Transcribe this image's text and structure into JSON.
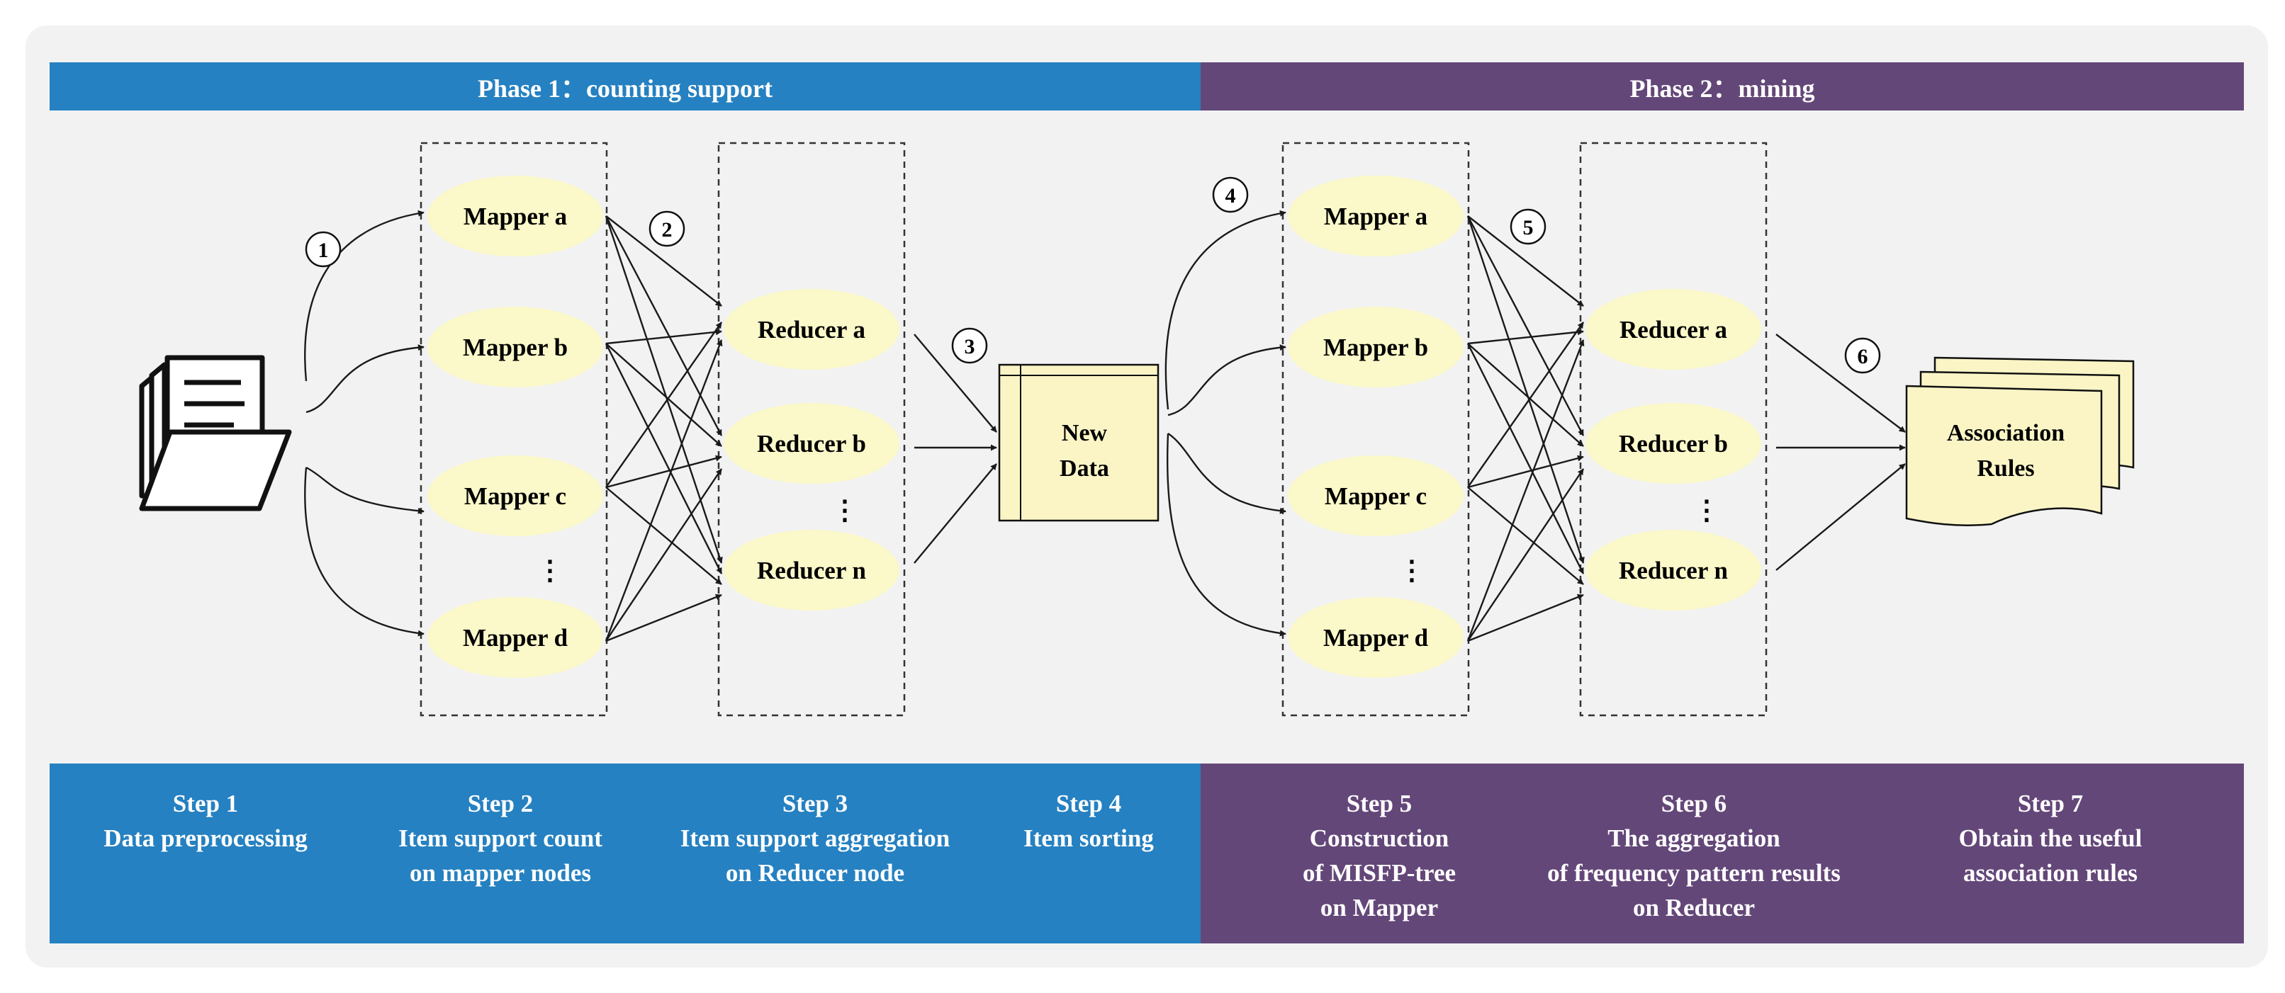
{
  "phases": [
    {
      "label": "Phase 1：counting support",
      "color": "#2581c1"
    },
    {
      "label": "Phase 2：mining",
      "color": "#644779"
    }
  ],
  "colors": {
    "node_fill": "#fbf8c9",
    "data_fill": "#fbf5c6",
    "edge": "#1a1a1a"
  },
  "phase1": {
    "mappers": [
      "Mapper a",
      "Mapper b",
      "Mapper c",
      "Mapper d"
    ],
    "reducers": [
      "Reducer a",
      "Reducer b",
      "Reducer n"
    ],
    "ellipsis": "⋮"
  },
  "phase2": {
    "mappers": [
      "Mapper a",
      "Mapper b",
      "Mapper c",
      "Mapper d"
    ],
    "reducers": [
      "Reducer a",
      "Reducer b",
      "Reducer n"
    ],
    "ellipsis": "⋮"
  },
  "new_data": [
    "New",
    "Data"
  ],
  "association_rules": [
    "Association",
    "Rules"
  ],
  "markers": [
    "1",
    "2",
    "3",
    "4",
    "5",
    "6"
  ],
  "steps": [
    {
      "title": "Step 1",
      "lines": [
        "Data preprocessing"
      ]
    },
    {
      "title": "Step 2",
      "lines": [
        "Item support count",
        "on mapper nodes"
      ]
    },
    {
      "title": "Step 3",
      "lines": [
        "Item support aggregation",
        "on Reducer node"
      ]
    },
    {
      "title": "Step 4",
      "lines": [
        "Item sorting"
      ]
    },
    {
      "title": "Step 5",
      "lines": [
        "Construction",
        "of MISFP-tree",
        "on Mapper"
      ]
    },
    {
      "title": "Step 6",
      "lines": [
        "The aggregation",
        "of frequency pattern results",
        "on Reducer"
      ]
    },
    {
      "title": "Step 7",
      "lines": [
        "Obtain the useful",
        "association rules"
      ]
    }
  ]
}
